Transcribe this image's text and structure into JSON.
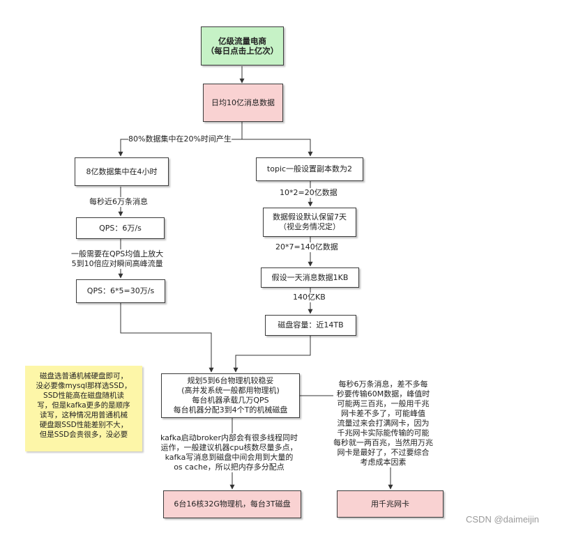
{
  "nodes": {
    "top": "亿级流量电商\n（每日点击上亿次）",
    "daily": "日均10亿消息数据",
    "left1": "8亿数据集中在4小时",
    "left2": "QPS：6万/s",
    "left3": "QPS：6*5=30万/s",
    "right1": "topic一般设置副本数为2",
    "right2": "数据假设默认保留7天\n（视业务情况定）",
    "right3": "假设一天消息数据1KB",
    "right4": "磁盘容量：近14TB",
    "center": "规划5到6台物理机较稳妥\n(高并发系统一般都用物理机)\n每台机器承载几万QPS\n每台机器分配3到4个T的机械磁盘",
    "result_left": "6台16核32G物理机，每台3T磁盘",
    "result_right": "用千兆网卡"
  },
  "labels": {
    "split": "80%数据集中在20%时间产生",
    "per_sec": "每秒近6万条消息",
    "peak": "一般需要在QPS均值上放大\n5到10倍应对瞬间高峰流量",
    "replica": "10*2=20亿数据",
    "days": "20*7=140亿数据",
    "kb": "140亿KB",
    "kafka": "kafka启动broker内部会有很多线程同时\n运作，一般建议机器cpu核数尽量多点，\nkafka写消息到磁盘中间会用到大量的\nos cache，所以把内存多分配点",
    "network": "每秒6万条消息，差不多每\n秒要传输60M数据，峰值时\n可能两三百兆，一般用千兆\n网卡差不多了，可能峰值\n流量过来会打满网卡，因为\n千兆网卡实际能传输的可能\n每秒就一两百兆，当然用万兆\n网卡是最好了，不过要综合\n考虑成本因素"
  },
  "note": "磁盘选普通机械硬盘即可，\n没必要像mysql那样选SSD，\nSSD性能高在磁盘随机读\n写，但是kafka更多的是顺序\n读写，这种情况用普通机械\n硬盘跟SSD性能差别不大，\n但是SSD会贵很多，没必要",
  "watermark": "CSDN @daimeijin",
  "colors": {
    "green": "#c6f2c6",
    "pink": "#f9d2d2",
    "note": "#fdf6a8",
    "line": "#333333"
  }
}
